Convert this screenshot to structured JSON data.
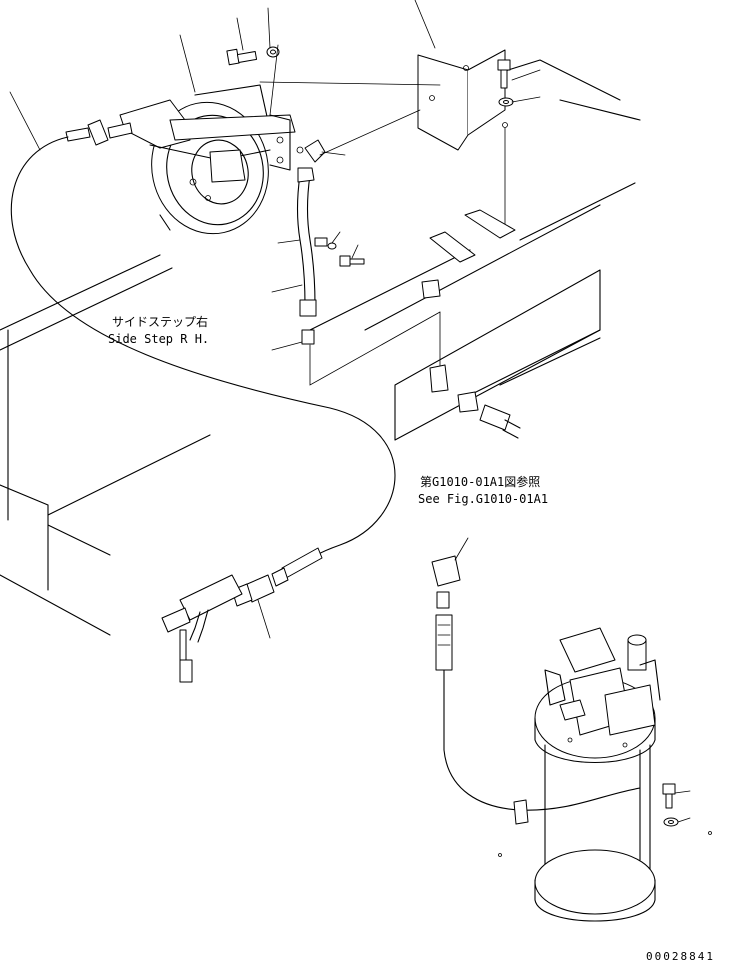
{
  "labels": {
    "side_step_jp": "サイドステップ右",
    "side_step_en": "Side Step R H.",
    "see_fig_jp": "第G1010-01A1図参照",
    "see_fig_en": "See Fig.G1010-01A1",
    "drawing_number": "00028841"
  }
}
